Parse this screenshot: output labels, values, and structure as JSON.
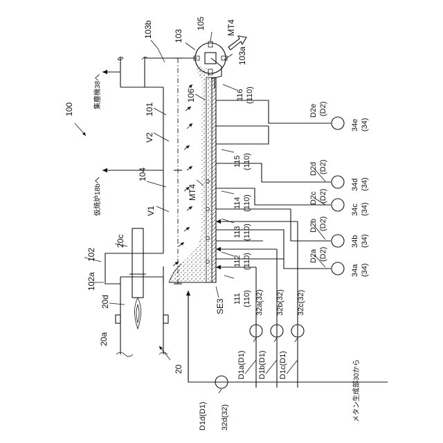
{
  "labels": {
    "n100": "100",
    "n103b": "103b",
    "n103": "103",
    "n105": "105",
    "mt4_top": "MT4",
    "n103a": "103a",
    "to_dust_collector": "集塵機38へ",
    "n101": "101",
    "n106": "106",
    "v2": "V2",
    "to_calciner": "仮焼炉18bへ",
    "n104": "104",
    "mt4_mid": "MT4",
    "v1": "V1",
    "n20c": "20c",
    "n102": "102",
    "n102a": "102a",
    "n20d": "20d",
    "n20a": "20a",
    "n20": "20",
    "se3": "SE3",
    "n111": "111",
    "n110_a": "(110)",
    "n112": "112",
    "n110_b": "(110)",
    "n113": "113",
    "n110_c": "(110)",
    "n114": "114",
    "n110_d": "(110)",
    "n115": "115",
    "n110_e": "(110)",
    "n116": "116",
    "n110_f": "(110)",
    "d2e": "D2e",
    "d2_a": "(D2)",
    "n34e": "34e",
    "n34_a": "(34)",
    "d2d": "D2d",
    "d2_b": "(D2)",
    "n34d": "34d",
    "n34_b": "(34)",
    "d2c": "D2c",
    "d2_c": "(D2)",
    "n34c": "34c",
    "n34_c": "(34)",
    "d2b": "D2b",
    "d2_d": "(D2)",
    "n34b": "34b",
    "n34_d": "(34)",
    "d2a": "D2a",
    "d2_e": "(D2)",
    "n34a": "34a",
    "n34_e": "(34)",
    "n32a": "32a(32)",
    "n32b": "32b(32)",
    "n32c": "32c(32)",
    "d1a": "D1a(D1)",
    "d1b": "D1b(D1)",
    "d1c": "D1c(D1)",
    "d1d": "D1d(D1)",
    "n32d": "32d(32)",
    "from_methane_unit": "メタン生成部30から"
  }
}
